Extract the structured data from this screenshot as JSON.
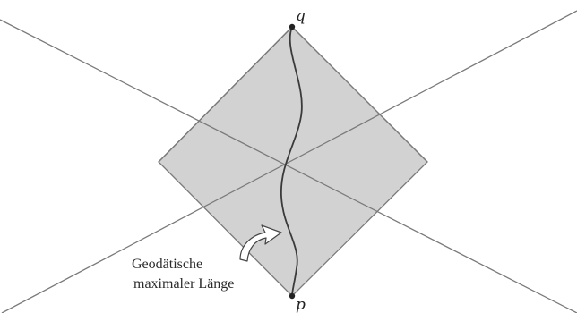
{
  "diagram": {
    "point_top_label": "q",
    "point_bottom_label": "p",
    "caption_line1": "Geodätische",
    "caption_line2": "maximaler Länge"
  },
  "colors": {
    "background": "#ffffff",
    "diamond_fill": "#d2d2d2",
    "line": "#7a7a7a",
    "curve": "#3a3a3a",
    "point": "#222222",
    "arrow_fill": "#ffffff",
    "arrow_stroke": "#444444"
  }
}
